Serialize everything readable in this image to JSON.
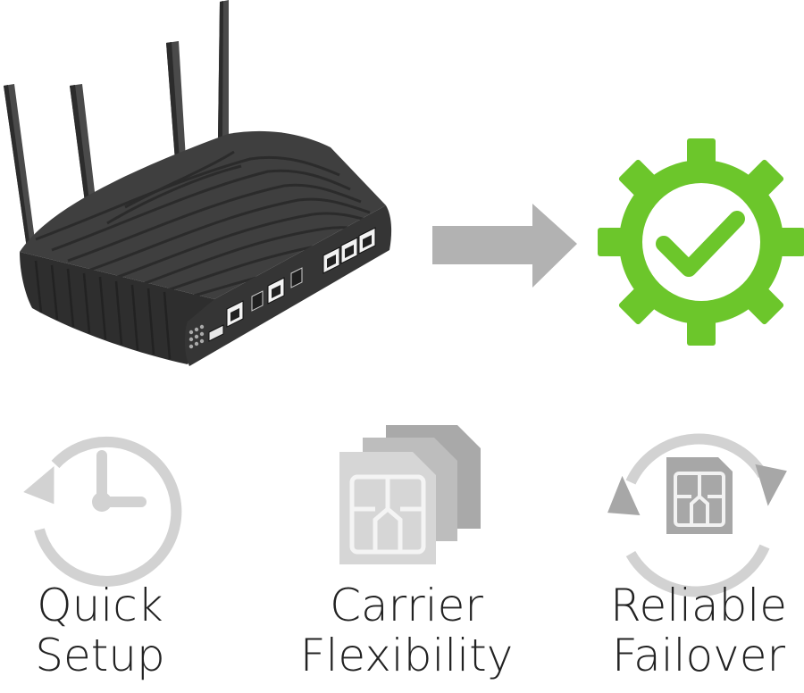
{
  "colors": {
    "accent_green": "#6cc62b",
    "arrow_gray": "#b2b2b2",
    "icon_gray": "#d2d2d2",
    "icon_gray_dark": "#a7a7a7",
    "router_body": "#3a3a3a",
    "text": "#222222"
  },
  "icons": {
    "router": "router-illustration",
    "arrow": "arrow-right-icon",
    "success": "gear-check-icon",
    "quick_setup": "clock-refresh-icon",
    "carrier_flexibility": "sim-cards-stack-icon",
    "reliable_failover": "sim-sync-icon"
  },
  "features": [
    {
      "line1": "Quick",
      "line2": "Setup"
    },
    {
      "line1": "Carrier",
      "line2": "Flexibility"
    },
    {
      "line1": "Reliable",
      "line2": "Failover"
    }
  ]
}
